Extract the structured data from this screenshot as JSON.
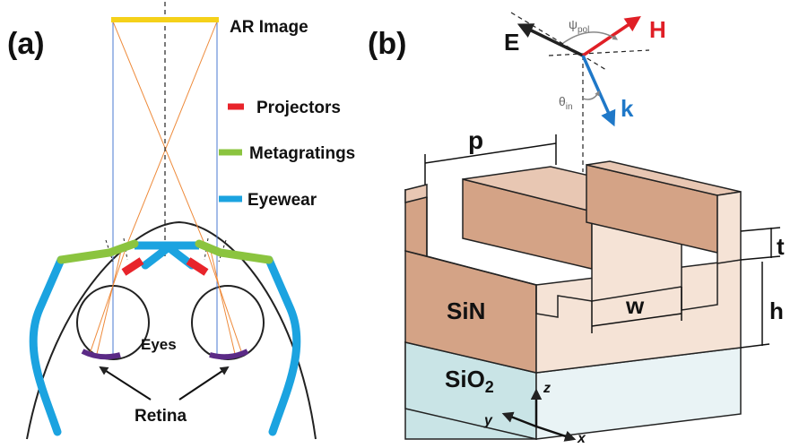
{
  "panel_a": {
    "label": "(a)",
    "ar_image": "AR Image",
    "eyes": "Eyes",
    "retina": "Retina",
    "legend": [
      {
        "label": "Projectors",
        "color": "#e8242b"
      },
      {
        "label": "Metagratings",
        "color": "#8bc43f"
      },
      {
        "label": "Eyewear",
        "color": "#1ba3e0"
      }
    ]
  },
  "panel_b": {
    "label": "(b)",
    "field_e": "E",
    "field_h": "H",
    "wavevector_k": "k",
    "psi": "ψ",
    "psi_sub": "pol",
    "theta": "θ",
    "theta_sub": "in",
    "period": "p",
    "width": "w",
    "thickness": "t",
    "height": "h",
    "layer_top": "SiN",
    "layer_bottom_main": "SiO",
    "layer_bottom_sub": "2",
    "axis_x": "x",
    "axis_y": "y",
    "axis_z": "z"
  },
  "colors": {
    "ar_image": "#f5d11a",
    "projector": "#e8242b",
    "metagrating": "#8bc43f",
    "eyewear": "#1ba3e0",
    "retina": "#5b2a86",
    "sin_front": "#d4a386",
    "sin_light": "#f5e3d6",
    "sin_top": "#e8c7b3",
    "sio2_front": "#c9e4e6",
    "sio2_side": "#e9f3f5",
    "e_field": "#222222",
    "h_field": "#e01f26",
    "k_vector": "#1f78c8"
  }
}
